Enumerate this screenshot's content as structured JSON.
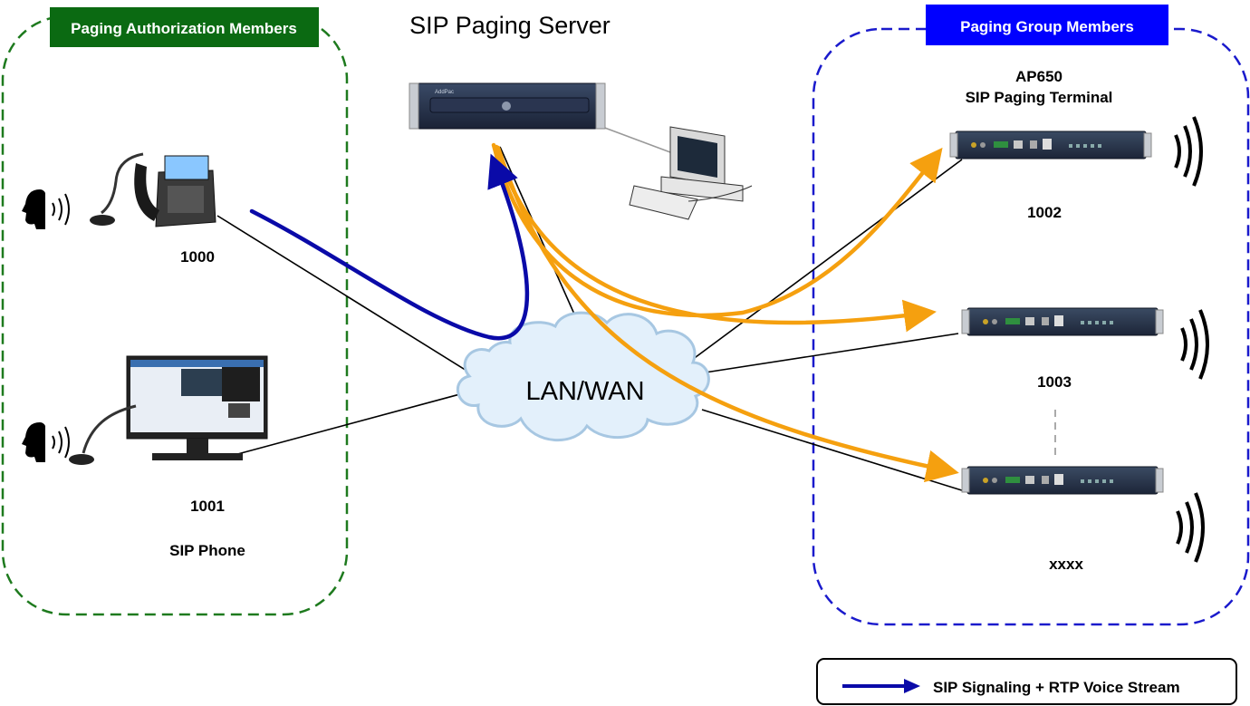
{
  "server": {
    "title": "SIP Paging Server"
  },
  "auth_group": {
    "label": "Paging Authorization Members",
    "color": "#0b6a12",
    "border_color": "#1e7a1e"
  },
  "paging_group": {
    "label": "Paging Group Members",
    "color": "#0000ff",
    "border_color": "#1a1acc"
  },
  "network": {
    "label": "LAN/WAN"
  },
  "auth_members": [
    {
      "ext": "1000"
    },
    {
      "ext": "1001",
      "type": "SIP Phone"
    }
  ],
  "terminals": [
    {
      "model": "AP650",
      "desc": "SIP Paging Terminal",
      "ext": "1002"
    },
    {
      "ext": "1003"
    },
    {
      "ext": "xxxx"
    }
  ],
  "legend": {
    "label": "SIP Signaling + RTP Voice Stream",
    "arrow_color": "#0a0aa8"
  },
  "colors": {
    "signal": "#0a0aa8",
    "voice": "#f5a00f",
    "line": "#000000"
  }
}
